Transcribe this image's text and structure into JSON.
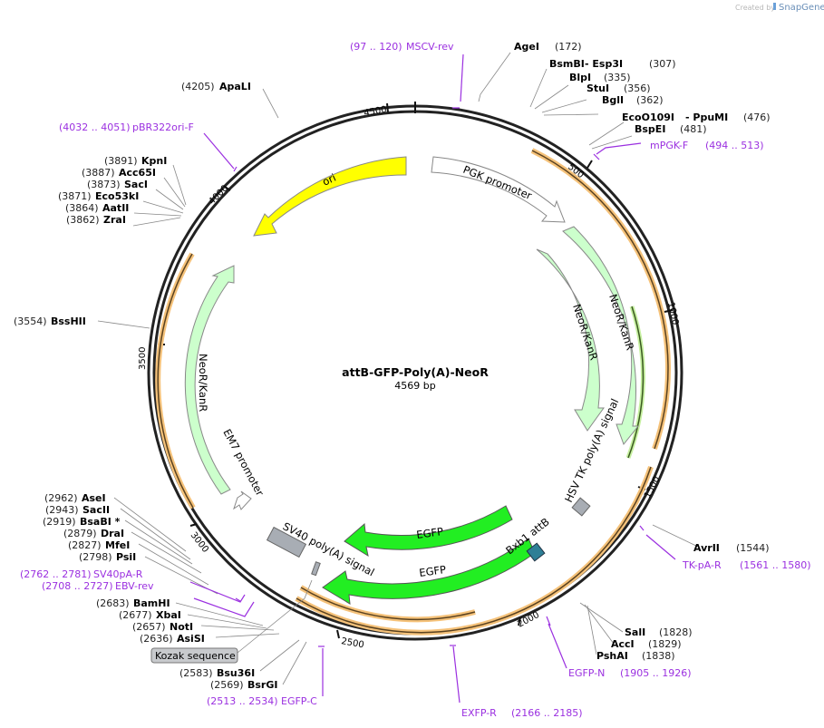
{
  "watermark": {
    "created_by": "Created by",
    "brand": "SnapGene"
  },
  "plasmid": {
    "name": "attB-GFP-Poly(A)-NeoR",
    "length": "4569 bp"
  },
  "ticks": [
    "500",
    "1000",
    "1500",
    "2000",
    "2500",
    "3000",
    "3500",
    "4000",
    "4500"
  ],
  "features": {
    "ori": "ori",
    "pgk_promoter": "PGK promoter",
    "neor_1": "NeoR/KanR",
    "neor_2": "NeoR/KanR",
    "neor_3": "NeoR/KanR",
    "hsv_tk": "HSV TK poly(A) signal",
    "egfp_1": "EGFP",
    "egfp_2": "EGFP",
    "bxb1": "Bxb1 attB",
    "sv40": "SV40 poly(A) signal",
    "em7": "EM7 promoter",
    "kozak": "Kozak sequence"
  },
  "sites_right": [
    {
      "name": "AgeI",
      "pos": "(172)"
    },
    {
      "name": "BsmBI",
      "extra": "- Esp3I",
      "pos": "(307)"
    },
    {
      "name": "BlpI",
      "pos": "(335)"
    },
    {
      "name": "StuI",
      "pos": "(356)"
    },
    {
      "name": "BglI",
      "pos": "(362)"
    },
    {
      "name": "EcoO109I",
      "extra": "- PpuMI",
      "pos": "(476)"
    },
    {
      "name": "BspEI",
      "pos": "(481)"
    },
    {
      "name": "AvrII",
      "pos": "(1544)"
    },
    {
      "name": "SalI",
      "pos": "(1828)"
    },
    {
      "name": "AccI",
      "pos": "(1829)"
    },
    {
      "name": "PshAI",
      "pos": "(1838)"
    }
  ],
  "sites_left": [
    {
      "name": "ApaLI",
      "pos": "(4205)"
    },
    {
      "name": "KpnI",
      "pos": "(3891)"
    },
    {
      "name": "Acc65I",
      "pos": "(3887)"
    },
    {
      "name": "SacI",
      "pos": "(3873)"
    },
    {
      "name": "Eco53kI",
      "pos": "(3871)"
    },
    {
      "name": "AatII",
      "pos": "(3864)"
    },
    {
      "name": "ZraI",
      "pos": "(3862)"
    },
    {
      "name": "BssHII",
      "pos": "(3554)"
    },
    {
      "name": "AseI",
      "pos": "(2962)"
    },
    {
      "name": "SacII",
      "pos": "(2943)"
    },
    {
      "name": "BsaBI *",
      "pos": "(2919)"
    },
    {
      "name": "DraI",
      "pos": "(2879)"
    },
    {
      "name": "MfeI",
      "pos": "(2827)"
    },
    {
      "name": "PsiI",
      "pos": "(2798)"
    },
    {
      "name": "BamHI",
      "pos": "(2683)"
    },
    {
      "name": "XbaI",
      "pos": "(2677)"
    },
    {
      "name": "NotI",
      "pos": "(2657)"
    },
    {
      "name": "AsiSI",
      "pos": "(2636)"
    },
    {
      "name": "Bsu36I",
      "pos": "(2583)"
    },
    {
      "name": "BsrGI",
      "pos": "(2569)"
    }
  ],
  "primers": [
    {
      "name": "MSCV-rev",
      "range": "(97 .. 120)"
    },
    {
      "name": "mPGK-F",
      "range": "(494 .. 513)"
    },
    {
      "name": "TK-pA-R",
      "range": "(1561 .. 1580)"
    },
    {
      "name": "EGFP-N",
      "range": "(1905 .. 1926)"
    },
    {
      "name": "EXFP-R",
      "range": "(2166 .. 2185)"
    },
    {
      "name": "EGFP-C",
      "range": "(2513 .. 2534)"
    },
    {
      "name": "EBV-rev",
      "range": "(2708 .. 2727)"
    },
    {
      "name": "SV40pA-R",
      "range": "(2762 .. 2781)"
    },
    {
      "name": "pBR322ori-F",
      "range": "(4032 .. 4051)"
    }
  ],
  "colors": {
    "ori": "#ffff00",
    "neor": "#ccffcc",
    "egfp": "#22ee22",
    "bxb1": "#2e7f96",
    "polyA": "#a8adb4",
    "primer": "#9b30e0",
    "orf": "#f5c27a"
  }
}
